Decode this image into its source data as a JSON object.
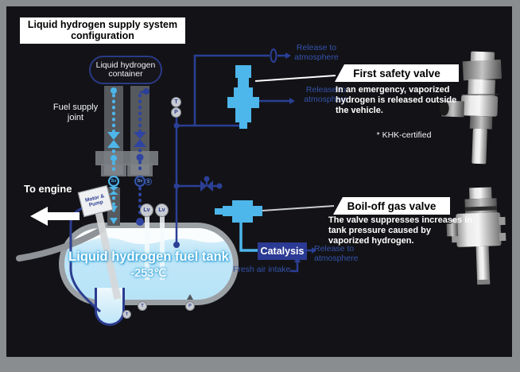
{
  "window": {
    "title": "Liquid hydrogen supply system configuration"
  },
  "labels": {
    "container": "Liquid hydrogen container",
    "fuel_supply_joint": "Fuel supply joint",
    "to_engine": "To engine",
    "release_to_atmosphere": "Release to atmosphere",
    "fresh_air_intake": "Fresh air intake",
    "catalysis": "Catalysis",
    "motor_pump": "Motor & Pump",
    "khk_note": "* KHK-certified"
  },
  "tank": {
    "title": "Liquid hydrogen fuel tank",
    "temperature": "-253℃"
  },
  "panels": {
    "first_safety_valve": {
      "title": "First safety valve",
      "description": "In an emergency, vaporized hydrogen is released outside the vehicle."
    },
    "boil_off_gas_valve": {
      "title": "Boil-off gas valve",
      "description": "The valve suppresses increases in tank pressure caused by vaporized hydrogen."
    }
  },
  "sensors": {
    "temperature": "T",
    "pressure": "P",
    "level": "Lv",
    "shutoff": "Sv",
    "s": "S"
  },
  "colors": {
    "frame": "#8a8d90",
    "panel_bg": "#131317",
    "pipe_navy": "#2b3f96",
    "accent_cyan": "#4db6ea",
    "label_blue": "#3352aa",
    "tank_liquid": "#b7e3f7",
    "catalysis_box": "#2b3a94"
  }
}
